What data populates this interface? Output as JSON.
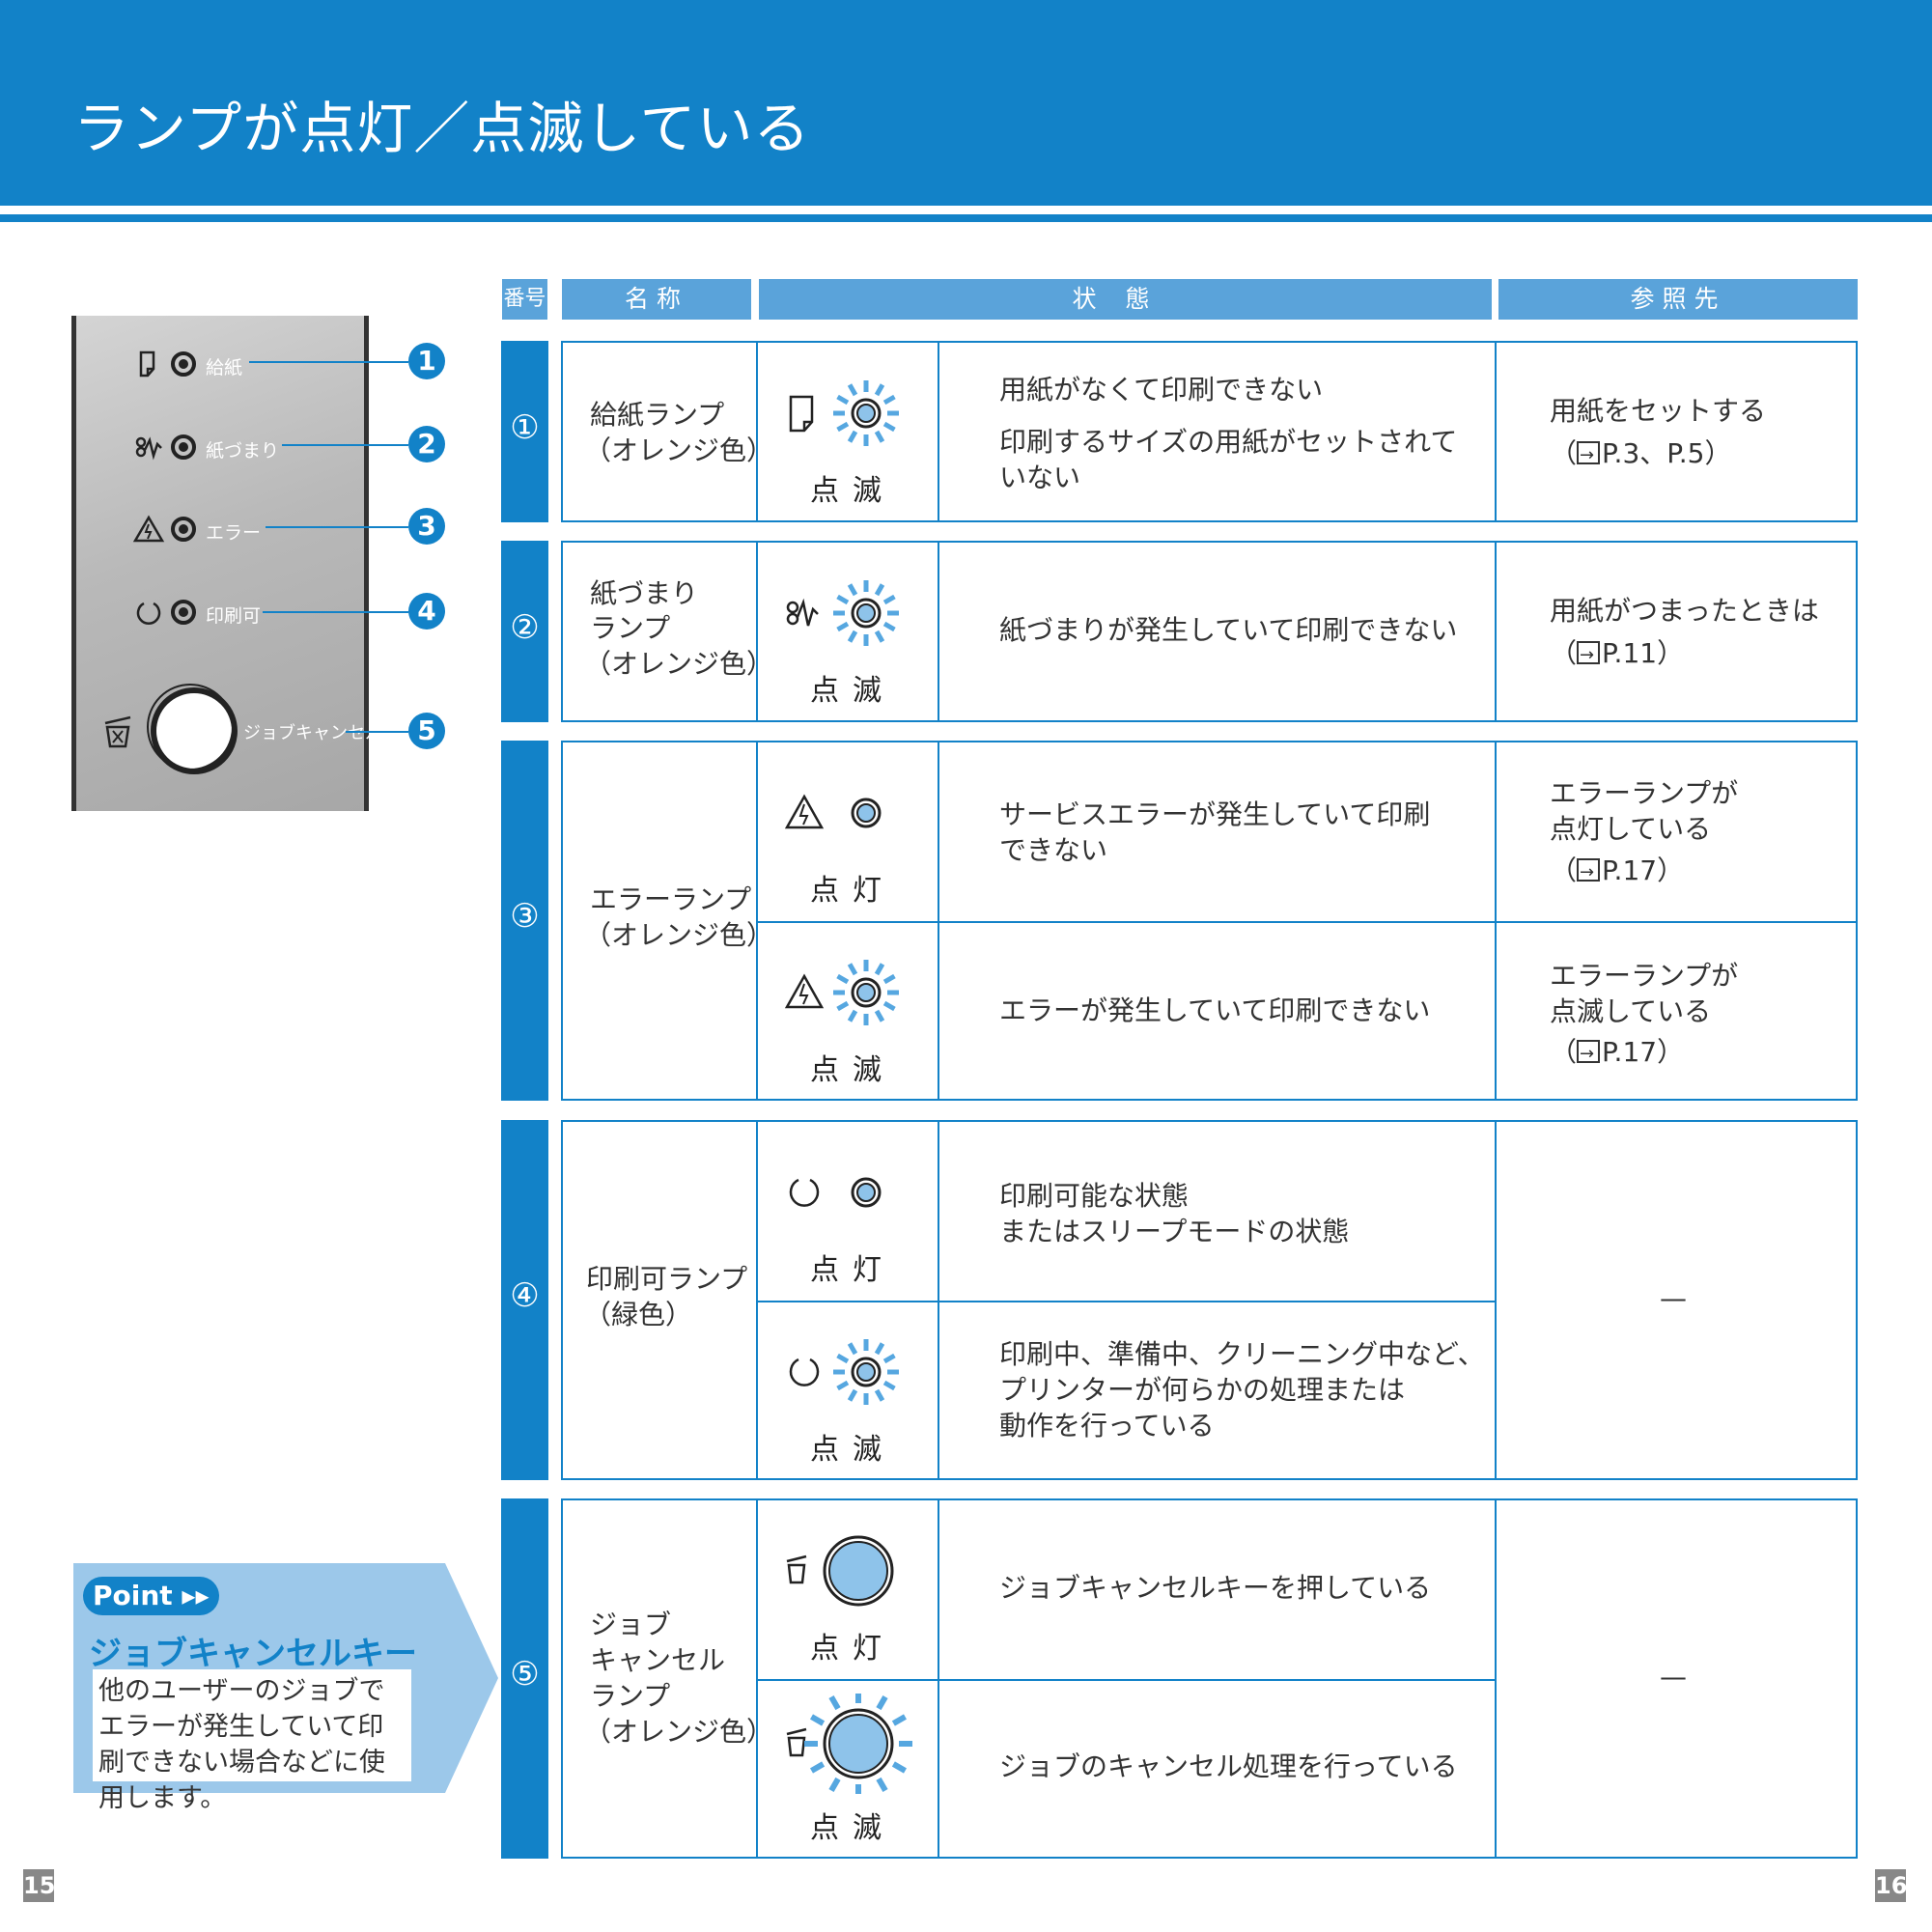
{
  "page": {
    "title": "ランプが点灯／点滅している",
    "page_left": "15",
    "page_right": "16"
  },
  "panel": {
    "rows": [
      {
        "icon": "paper-icon",
        "label": "給紙",
        "num": "1"
      },
      {
        "icon": "paper-jam-icon",
        "label": "紙づまり",
        "num": "2"
      },
      {
        "icon": "warning-icon",
        "label": "エラー",
        "num": "3"
      },
      {
        "icon": "ready-ring-icon",
        "label": "印刷可",
        "num": "4"
      },
      {
        "icon": "trash-icon",
        "label": "ジョブキャンセル",
        "num": "5"
      }
    ]
  },
  "table": {
    "headers": [
      "番号",
      "名称",
      "状態",
      "参照先"
    ],
    "rows": [
      {
        "num": "①",
        "name": [
          "給紙ランプ",
          "（オレンジ色）"
        ],
        "states": [
          {
            "icon": "paper-icon",
            "lamp": "blink",
            "label": "点滅",
            "desc": [
              "用紙がなくて印刷できない",
              "印刷するサイズの用紙がセットされて",
              "いない"
            ],
            "ref": [
              "用紙をセットする",
              "P.3、P.5"
            ]
          }
        ]
      },
      {
        "num": "②",
        "name": [
          "紙づまり",
          "ランプ",
          "（オレンジ色）"
        ],
        "states": [
          {
            "icon": "paper-jam-icon",
            "lamp": "blink",
            "label": "点滅",
            "desc": [
              "紙づまりが発生していて印刷できない"
            ],
            "ref": [
              "用紙がつまったときは",
              "P.11"
            ]
          }
        ]
      },
      {
        "num": "③",
        "name": [
          "エラーランプ",
          "（オレンジ色）"
        ],
        "states": [
          {
            "icon": "warning-icon",
            "lamp": "on",
            "label": "点灯",
            "desc": [
              "サービスエラーが発生していて印刷",
              "できない"
            ],
            "ref": [
              "エラーランプが",
              "点灯している",
              "P.17"
            ]
          },
          {
            "icon": "warning-icon",
            "lamp": "blink",
            "label": "点滅",
            "desc": [
              "エラーが発生していて印刷できない"
            ],
            "ref": [
              "エラーランプが",
              "点滅している",
              "P.17"
            ]
          }
        ]
      },
      {
        "num": "④",
        "name": [
          "印刷可ランプ",
          "（緑色）"
        ],
        "states": [
          {
            "icon": "ready-ring-icon",
            "lamp": "on",
            "label": "点灯",
            "desc": [
              "印刷可能な状態",
              "またはスリープモードの状態"
            ]
          },
          {
            "icon": "ready-ring-icon",
            "lamp": "blink",
            "label": "点滅",
            "desc": [
              "印刷中、準備中、クリーニング中など、",
              "プリンターが何らかの処理または",
              "動作を行っている"
            ]
          }
        ],
        "ref_dash": "—"
      },
      {
        "num": "⑤",
        "name": [
          "ジョブ",
          "キャンセル",
          "ランプ",
          "（オレンジ色）"
        ],
        "states": [
          {
            "icon": "trash-icon",
            "lamp": "on",
            "label": "点灯",
            "desc": [
              "ジョブキャンセルキーを押している"
            ]
          },
          {
            "icon": "trash-icon",
            "lamp": "blink",
            "label": "点滅",
            "desc": [
              "ジョブのキャンセル処理を行っている"
            ]
          }
        ],
        "ref_dash": "—"
      }
    ]
  },
  "point": {
    "badge": "Point ▸▸",
    "title": "ジョブキャンセルキー",
    "body": "他のユーザーのジョブでエラーが発生していて印刷できない場合などに使用します。"
  },
  "colors": {
    "brand_blue": "#1282c8",
    "header_cell": "#5aa3da",
    "lamp_fill": "#8ec3ea"
  }
}
